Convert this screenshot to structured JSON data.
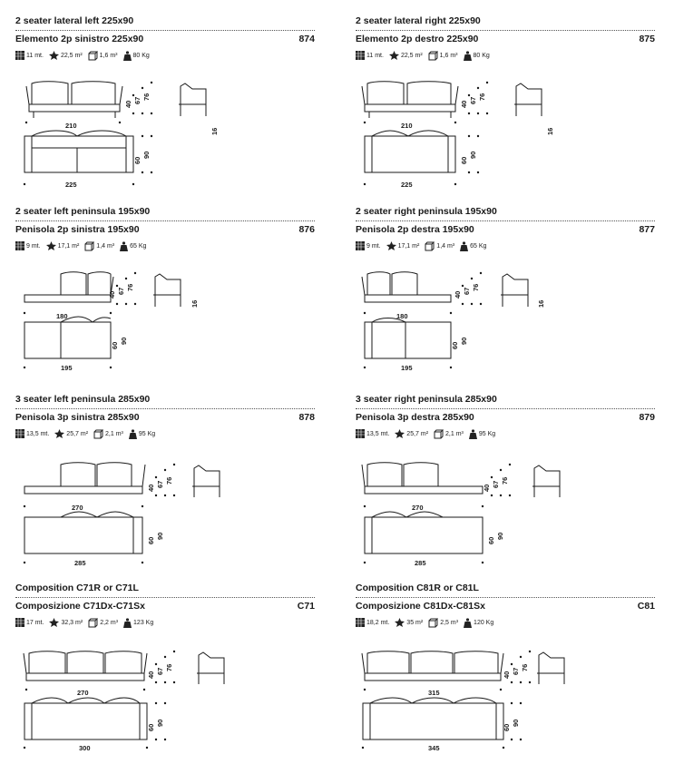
{
  "items": [
    {
      "title_en": "2 seater lateral left 225x90",
      "title_it": "Elemento 2p sinistro 225x90",
      "code": "874",
      "fabric": "11 mt.",
      "leather": "22,5 m²",
      "volume": "1,6 m³",
      "weight": "80 Kg",
      "dims": {
        "back": "210",
        "seat": "225",
        "h1": "40",
        "h2": "67",
        "h3": "76",
        "d1": "60",
        "d2": "90",
        "side": "16"
      }
    },
    {
      "title_en": "2 seater lateral right 225x90",
      "title_it": "Elemento 2p destro 225x90",
      "code": "875",
      "fabric": "11 mt.",
      "leather": "22,5 m²",
      "volume": "1,6 m³",
      "weight": "80 Kg",
      "dims": {
        "back": "210",
        "seat": "225",
        "h1": "40",
        "h2": "67",
        "h3": "76",
        "d1": "60",
        "d2": "90",
        "side": "16"
      }
    },
    {
      "title_en": "2 seater left peninsula 195x90",
      "title_it": "Penisola 2p sinistra 195x90",
      "code": "876",
      "fabric": "9 mt.",
      "leather": "17,1 m²",
      "volume": "1,4 m³",
      "weight": "65 Kg",
      "dims": {
        "back": "180",
        "seat": "195",
        "h1": "40",
        "h2": "67",
        "h3": "76",
        "d1": "60",
        "d2": "90",
        "side": "16"
      }
    },
    {
      "title_en": "2 seater right peninsula 195x90",
      "title_it": "Penisola 2p destra 195x90",
      "code": "877",
      "fabric": "9 mt.",
      "leather": "17,1 m²",
      "volume": "1,4 m³",
      "weight": "65 Kg",
      "dims": {
        "back": "180",
        "seat": "195",
        "h1": "40",
        "h2": "67",
        "h3": "76",
        "d1": "60",
        "d2": "90",
        "side": "16"
      }
    },
    {
      "title_en": "3 seater left peninsula 285x90",
      "title_it": "Penisola 3p sinistra 285x90",
      "code": "878",
      "fabric": "13,5 mt.",
      "leather": "25,7 m²",
      "volume": "2,1 m³",
      "weight": "95 Kg",
      "dims": {
        "back": "270",
        "seat": "285",
        "h1": "40",
        "h2": "67",
        "h3": "76",
        "d1": "60",
        "d2": "90",
        "side": ""
      }
    },
    {
      "title_en": "3 seater right peninsula 285x90",
      "title_it": "Penisola 3p destra 285x90",
      "code": "879",
      "fabric": "13,5 mt.",
      "leather": "25,7 m²",
      "volume": "2,1 m³",
      "weight": "95 Kg",
      "dims": {
        "back": "270",
        "seat": "285",
        "h1": "40",
        "h2": "67",
        "h3": "76",
        "d1": "60",
        "d2": "90",
        "side": ""
      }
    },
    {
      "title_en": "Composition C71R or C71L",
      "title_it": "Composizione C71Dx-C71Sx",
      "code": "C71",
      "fabric": "17 mt.",
      "leather": "32,3 m²",
      "volume": "2,2 m³",
      "weight": "123 Kg",
      "dims": {
        "back": "270",
        "seat": "300",
        "h1": "40",
        "h2": "67",
        "h3": "76",
        "d1": "60",
        "d2": "90",
        "side": ""
      }
    },
    {
      "title_en": "Composition C81R or C81L",
      "title_it": "Composizione C81Dx-C81Sx",
      "code": "C81",
      "fabric": "18,2 mt.",
      "leather": "35 m²",
      "volume": "2,5 m³",
      "weight": "120 Kg",
      "dims": {
        "back": "315",
        "seat": "345",
        "h1": "40",
        "h2": "67",
        "h3": "76",
        "d1": "60",
        "d2": "90",
        "side": ""
      }
    }
  ]
}
